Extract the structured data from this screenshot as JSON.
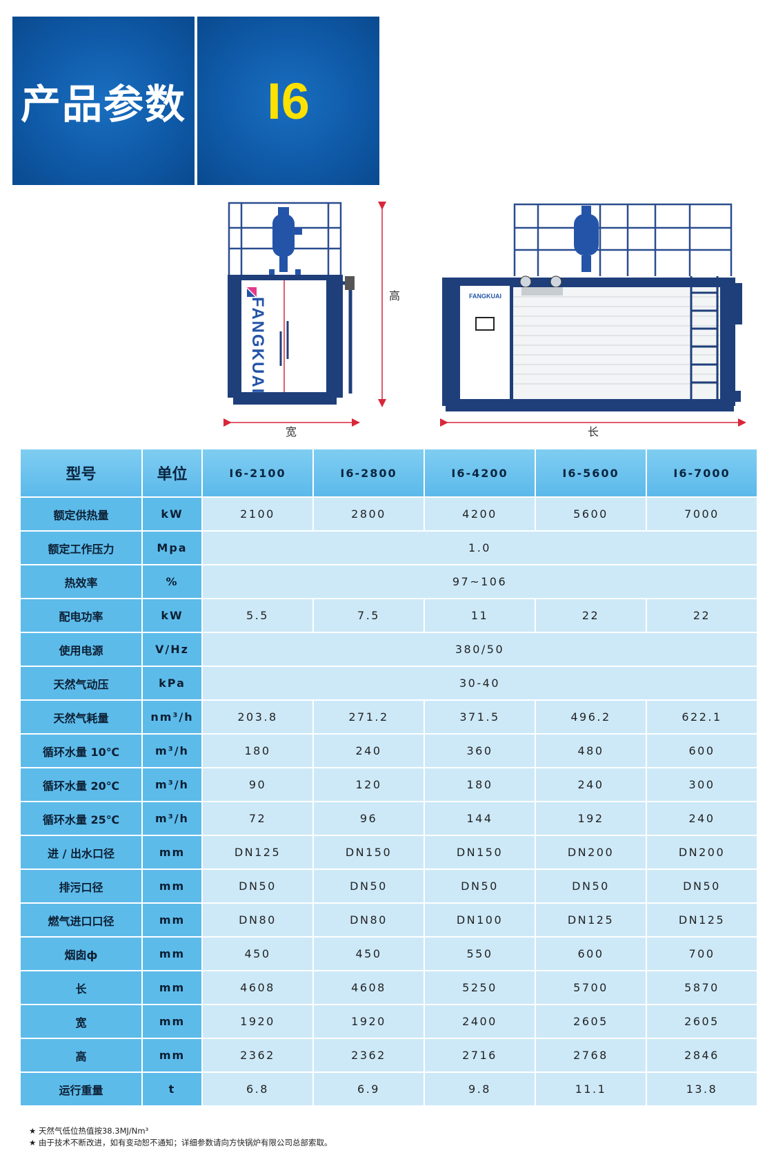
{
  "banner": {
    "title": "产品参数",
    "model": "I6"
  },
  "illustration": {
    "side_label": "宽",
    "height_label": "高",
    "length_label": "长",
    "brand_vertical": "FANGKUAI",
    "brand_horizontal": "FANGKUAI"
  },
  "table": {
    "header": {
      "name": "型号",
      "unit": "单位",
      "models": [
        "I6-2100",
        "I6-2800",
        "I6-4200",
        "I6-5600",
        "I6-7000"
      ]
    },
    "rows": [
      {
        "name": "额定供热量",
        "unit": "kW",
        "values": [
          "2100",
          "2800",
          "4200",
          "5600",
          "7000"
        ]
      },
      {
        "name": "额定工作压力",
        "unit": "Mpa",
        "values": [
          "1.0"
        ]
      },
      {
        "name": "热效率",
        "unit": "%",
        "values": [
          "97~106"
        ]
      },
      {
        "name": "配电功率",
        "unit": "kW",
        "values": [
          "5.5",
          "7.5",
          "11",
          "22",
          "22"
        ]
      },
      {
        "name": "使用电源",
        "unit": "V/Hz",
        "values": [
          "380/50"
        ]
      },
      {
        "name": "天然气动压",
        "unit": "kPa",
        "values": [
          "30-40"
        ]
      },
      {
        "name": "天然气耗量",
        "unit": "nm³/h",
        "values": [
          "203.8",
          "271.2",
          "371.5",
          "496.2",
          "622.1"
        ]
      },
      {
        "name": "循环水量 10℃",
        "unit": "m³/h",
        "values": [
          "180",
          "240",
          "360",
          "480",
          "600"
        ]
      },
      {
        "name": "循环水量 20℃",
        "unit": "m³/h",
        "values": [
          "90",
          "120",
          "180",
          "240",
          "300"
        ]
      },
      {
        "name": "循环水量 25℃",
        "unit": "m³/h",
        "values": [
          "72",
          "96",
          "144",
          "192",
          "240"
        ]
      },
      {
        "name": "进 / 出水口径",
        "unit": "mm",
        "values": [
          "DN125",
          "DN150",
          "DN150",
          "DN200",
          "DN200"
        ]
      },
      {
        "name": "排污口径",
        "unit": "mm",
        "values": [
          "DN50",
          "DN50",
          "DN50",
          "DN50",
          "DN50"
        ]
      },
      {
        "name": "燃气进口口径",
        "unit": "mm",
        "values": [
          "DN80",
          "DN80",
          "DN100",
          "DN125",
          "DN125"
        ]
      },
      {
        "name": "烟囱ф",
        "unit": "mm",
        "values": [
          "450",
          "450",
          "550",
          "600",
          "700"
        ]
      },
      {
        "name": "长",
        "unit": "mm",
        "values": [
          "4608",
          "4608",
          "5250",
          "5700",
          "5870"
        ]
      },
      {
        "name": "宽",
        "unit": "mm",
        "values": [
          "1920",
          "1920",
          "2400",
          "2605",
          "2605"
        ]
      },
      {
        "name": "高",
        "unit": "mm",
        "values": [
          "2362",
          "2362",
          "2716",
          "2768",
          "2846"
        ]
      },
      {
        "name": "运行重量",
        "unit": "t",
        "values": [
          "6.8",
          "6.9",
          "9.8",
          "11.1",
          "13.8"
        ]
      }
    ]
  },
  "notes": [
    "★ 天然气低位热值按38.3MJ/Nm³",
    "★ 由于技术不断改进，如有变动恕不通知；详细参数请向方快锅炉有限公司总部索取。"
  ],
  "colors": {
    "banner_blue": "#0f5aa8",
    "model_yellow": "#ffe100",
    "label_blue": "#5dbbea",
    "cell_light": "#cde9f8",
    "dim_red": "#d9273a",
    "boiler_navy": "#1f3f7a"
  }
}
